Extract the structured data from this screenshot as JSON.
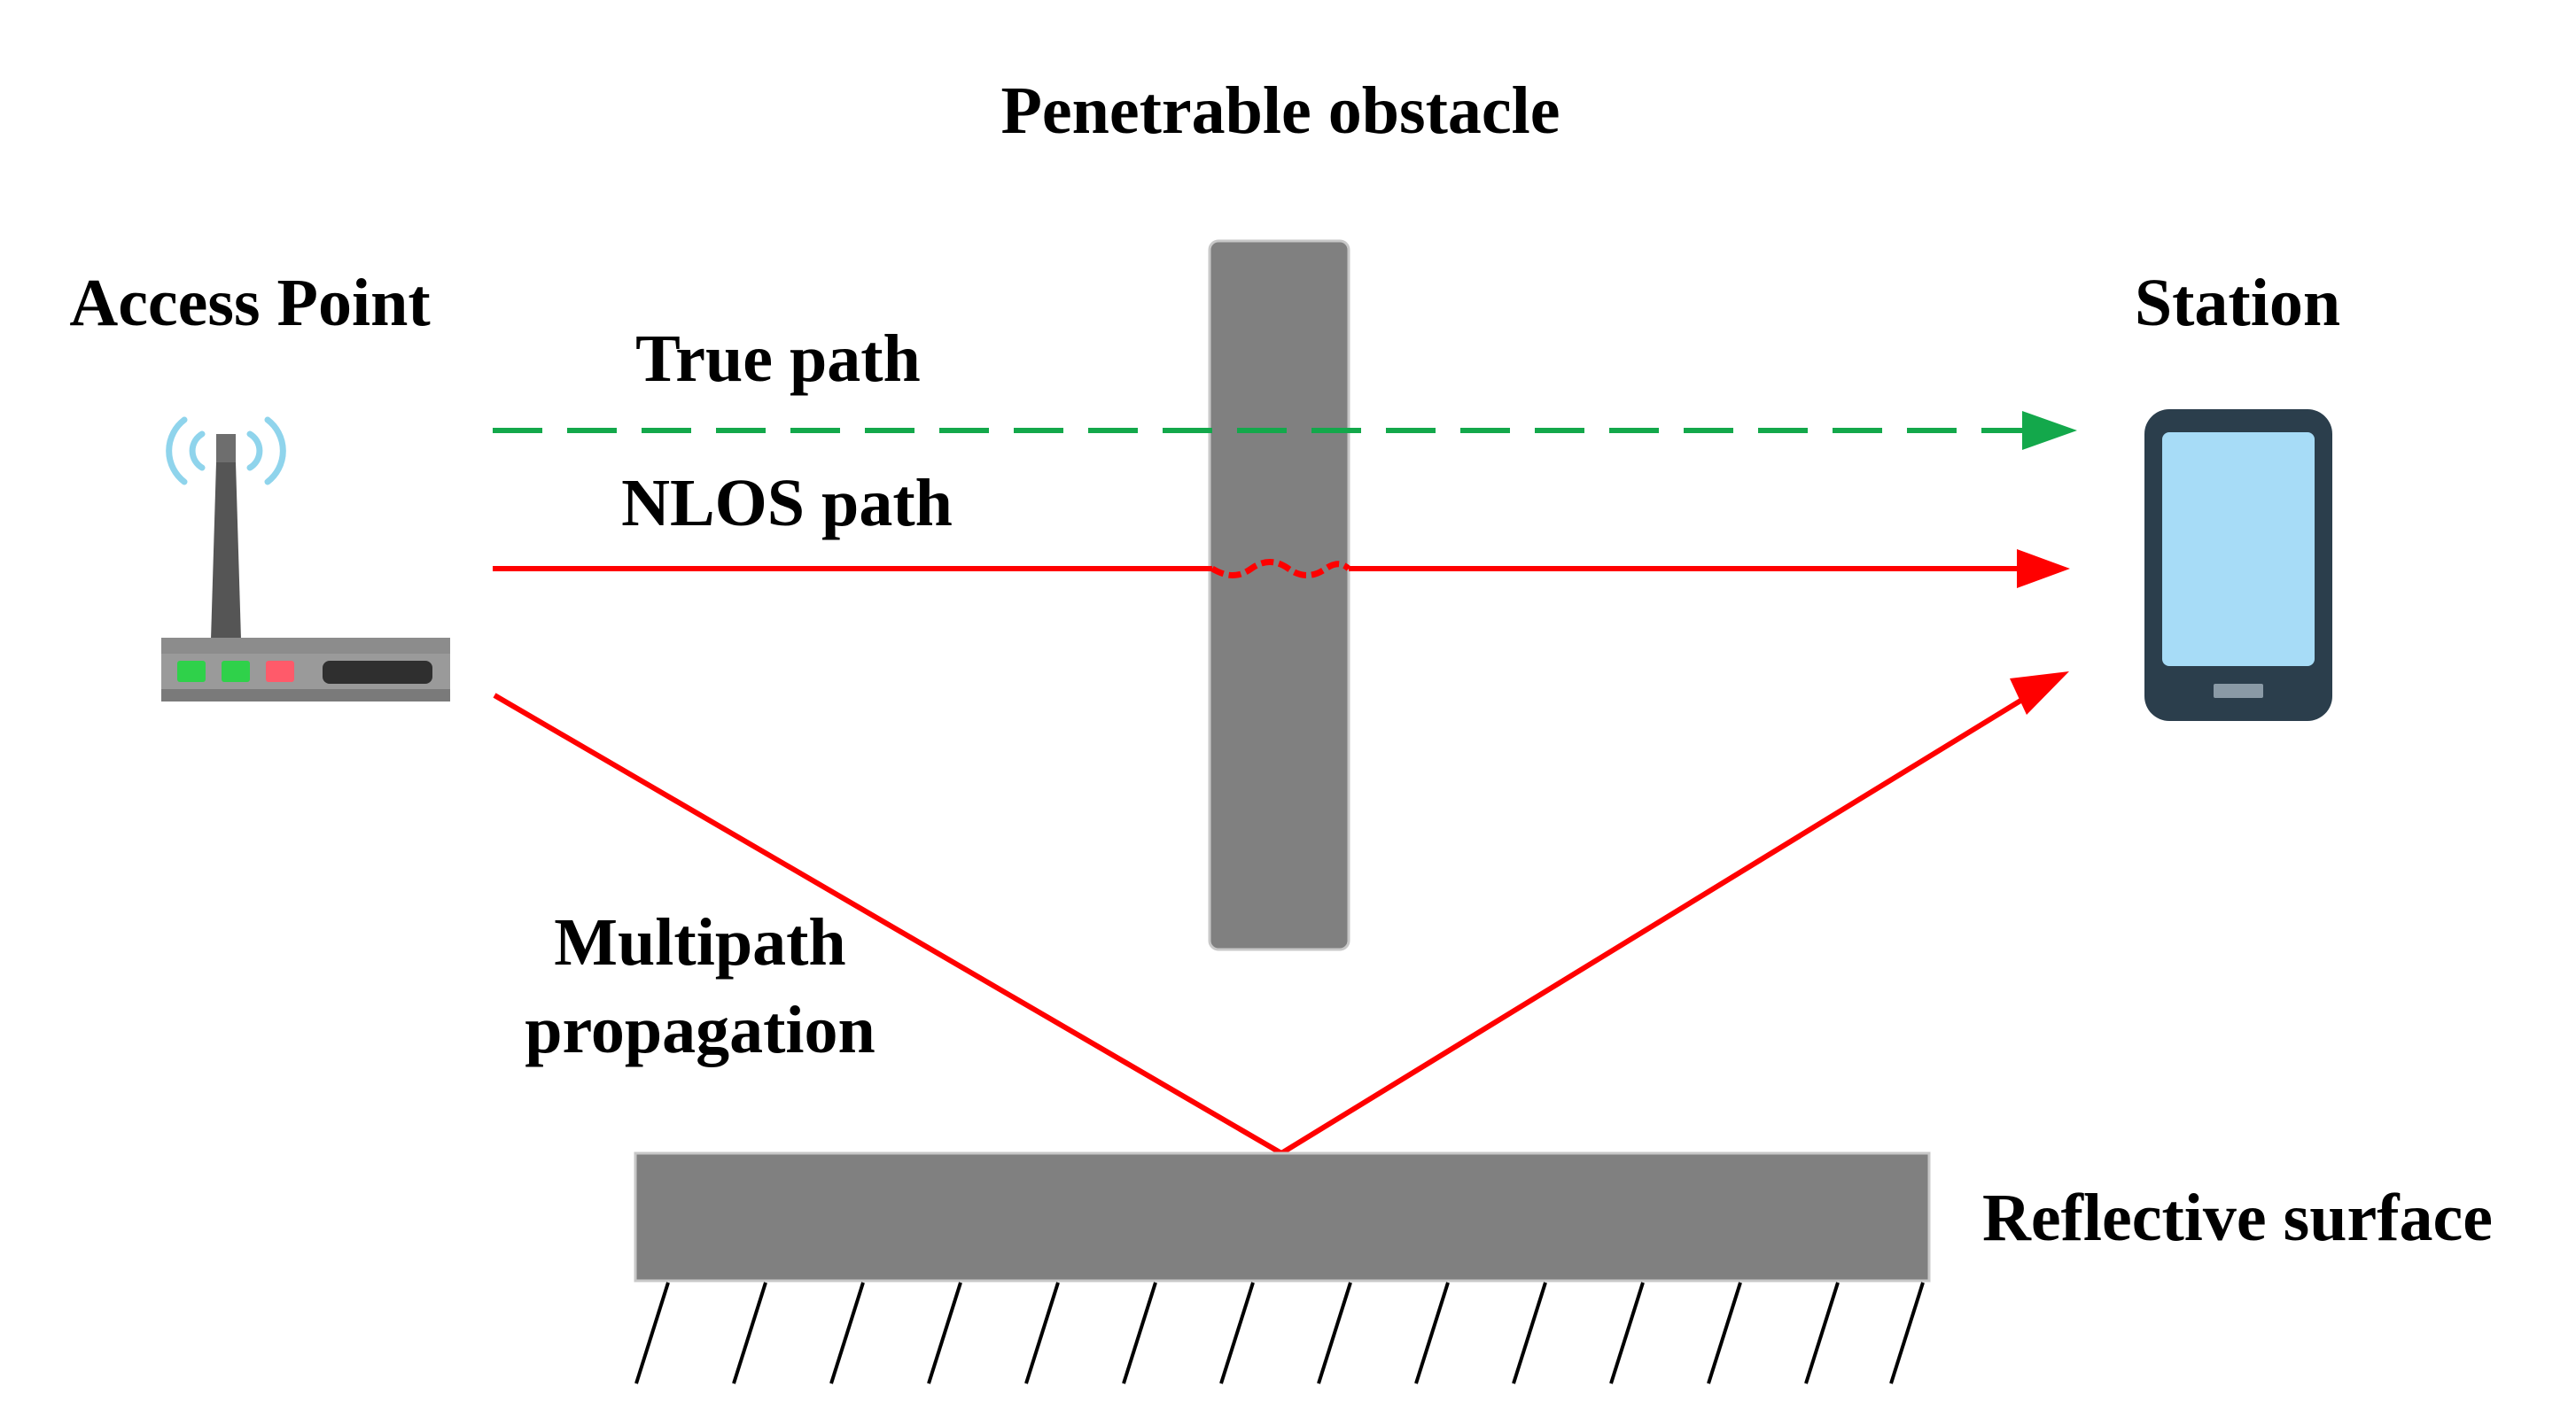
{
  "labels": {
    "obstacle": "Penetrable obstacle",
    "access_point": "Access Point",
    "station": "Station",
    "true_path": "True path",
    "nlos_path": "NLOS path",
    "multipath_line1": "Multipath",
    "multipath_line2": "propagation",
    "reflective_surface": "Reflective surface"
  },
  "icons": {
    "router": "wifi-router-icon",
    "phone": "smartphone-icon"
  },
  "colors": {
    "true_path": "#13a84b",
    "nlos_path": "#ff0000",
    "obstacle": "#808080",
    "router_led_green": "#2fd14a",
    "router_led_red": "#ff5a6a",
    "wifi_waves": "#8fd4ec",
    "phone_body": "#2b3e4c",
    "phone_screen": "#a7dcf7"
  }
}
